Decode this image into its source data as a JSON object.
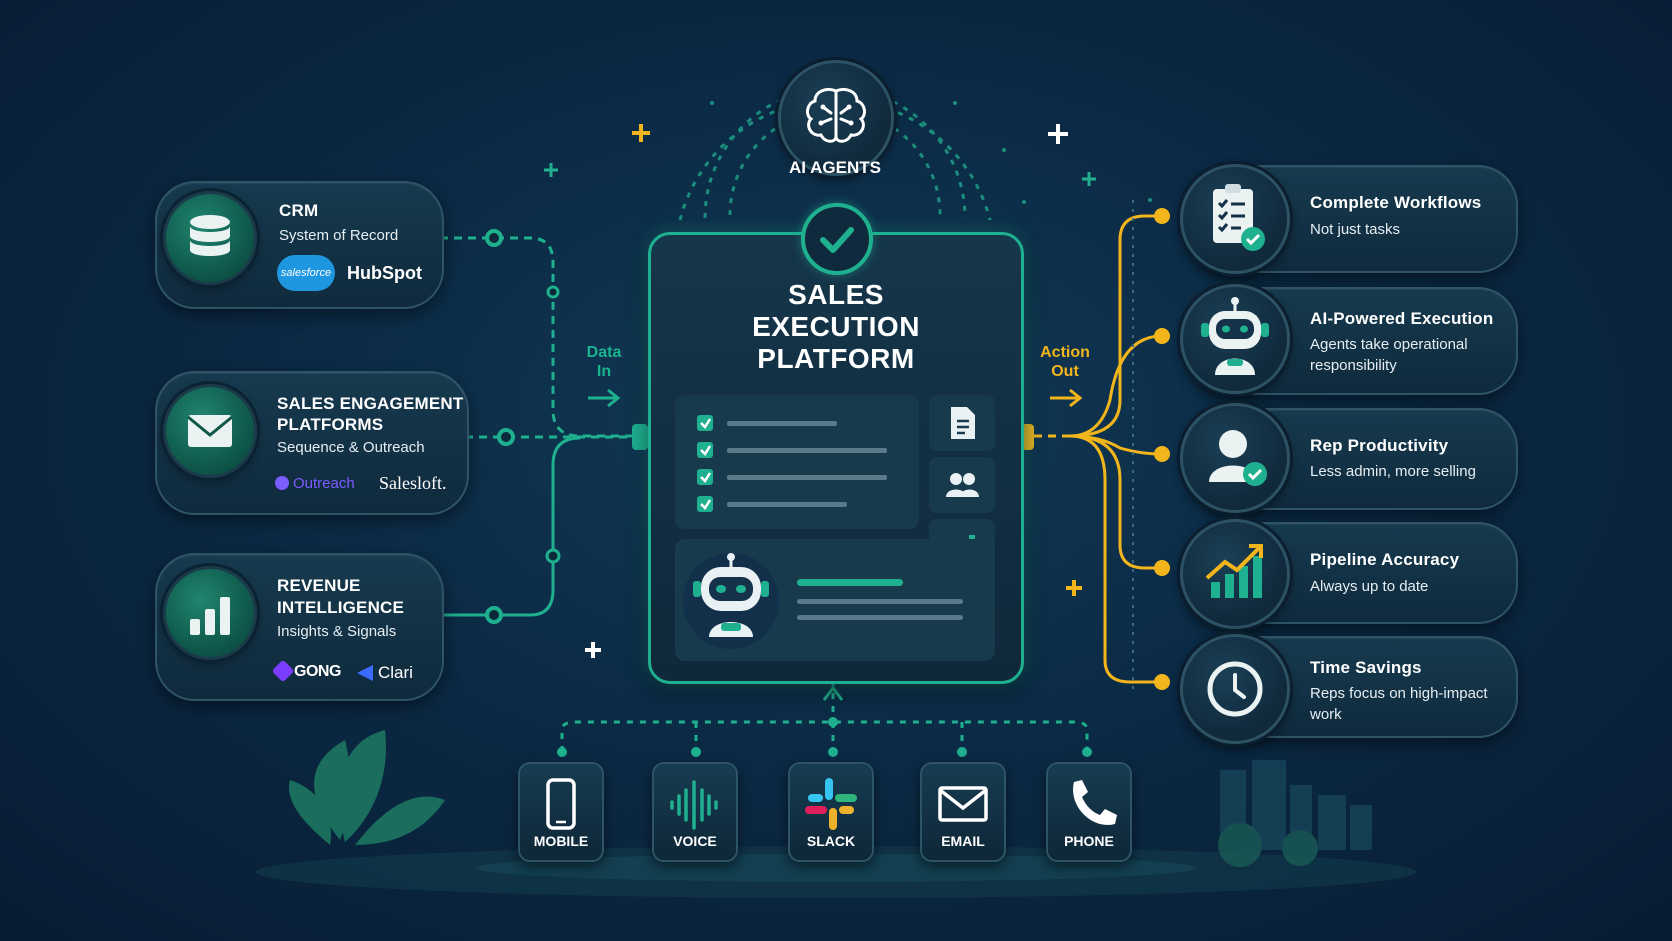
{
  "center": {
    "agents_label": "AI AGENTS",
    "title_lines": [
      "SALES",
      "EXECUTION",
      "PLATFORM"
    ]
  },
  "flows": {
    "in_lines": [
      "Data",
      "In"
    ],
    "out_lines": [
      "Action",
      "Out"
    ]
  },
  "inputs": [
    {
      "title": "CRM",
      "subtitle": "System of Record",
      "brands": [
        "salesforce",
        "HubSpot"
      ],
      "icon": "database-icon"
    },
    {
      "title_lines": [
        "SALES ENGAGEMENT",
        "PLATFORMS"
      ],
      "subtitle": "Sequence & Outreach",
      "brands": [
        "Outreach",
        "Salesloft."
      ],
      "icon": "envelope-icon"
    },
    {
      "title_lines": [
        "REVENUE",
        "INTELLIGENCE"
      ],
      "subtitle": "Insights & Signals",
      "brands": [
        "GONG",
        "Clari"
      ],
      "icon": "bar-chart-icon"
    }
  ],
  "outcomes": [
    {
      "title": "Complete Workflows",
      "desc_lines": [
        "Not just tasks"
      ],
      "icon": "checklist-icon"
    },
    {
      "title": "AI-Powered Execution",
      "desc_lines": [
        "Agents take operational",
        "responsibility"
      ],
      "icon": "robot-icon"
    },
    {
      "title": "Rep Productivity",
      "desc_lines": [
        "Less admin, more selling"
      ],
      "icon": "user-check-icon"
    },
    {
      "title": "Pipeline Accuracy",
      "desc_lines": [
        "Always up to date"
      ],
      "icon": "trend-up-icon"
    },
    {
      "title": "Time Savings",
      "desc_lines": [
        "Reps focus on high-impact",
        "work"
      ],
      "icon": "clock-icon"
    }
  ],
  "channels": [
    {
      "name": "MOBILE",
      "icon": "mobile-icon"
    },
    {
      "name": "VOICE",
      "icon": "voice-wave-icon"
    },
    {
      "name": "SLACK",
      "icon": "slack-icon"
    },
    {
      "name": "EMAIL",
      "icon": "email-icon"
    },
    {
      "name": "PHONE",
      "icon": "phone-icon"
    }
  ],
  "colors": {
    "accent_green": "#1fb08f",
    "accent_yellow": "#f2b61c",
    "background": "#0b2a45",
    "card": "#14344a"
  }
}
